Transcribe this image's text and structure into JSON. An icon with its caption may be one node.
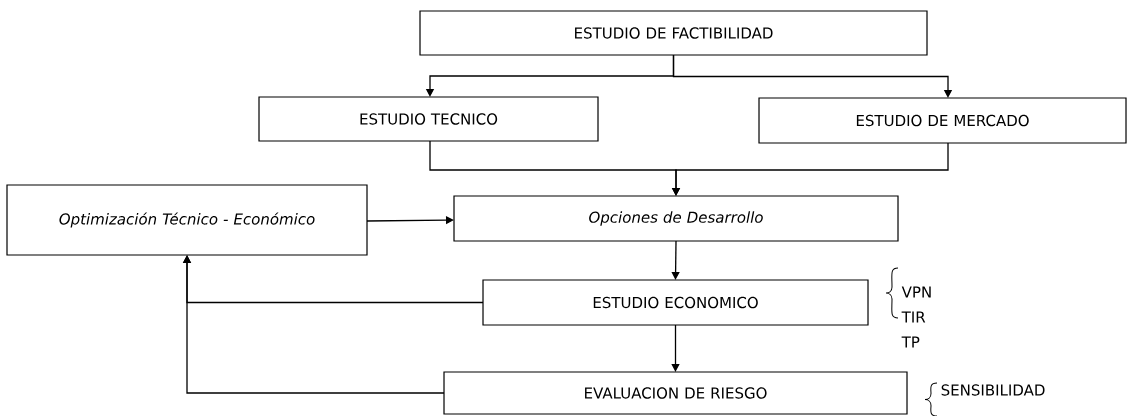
{
  "diagram": {
    "nodes": [
      {
        "text": [
          "ESTUDIO DE FACTIBILIDAD"
        ]
      },
      {
        "text": [
          "ESTUDIO TECNICO"
        ]
      },
      {
        "text": [
          "ESTUDIO DE MERCADO"
        ]
      },
      {
        "text": [
          "Optimización Técnico - Económico"
        ]
      },
      {
        "text": [
          "Opciones de Desarrollo"
        ]
      },
      {
        "text": [
          "ESTUDIO ECONOMICO"
        ],
        "beside": [
          "VPN",
          "TIR",
          "TP"
        ]
      },
      {
        "text": [
          "EVALUACION DE RIESGO"
        ],
        "beside": [
          "SENSIBILIDAD"
        ]
      }
    ],
    "edges": [
      {
        "from": 0,
        "to": 1,
        "arrow": "to"
      },
      {
        "from": 0,
        "to": 2,
        "arrow": "to"
      },
      {
        "from": 1,
        "to": 4,
        "arrow": "to"
      },
      {
        "from": 2,
        "to": 4,
        "arrow": "to"
      },
      {
        "from": 3,
        "to": 4,
        "arrow": "to"
      },
      {
        "from": 4,
        "to": 5,
        "arrow": "to"
      },
      {
        "from": 5,
        "to": 6,
        "arrow": "to"
      },
      {
        "from": 5,
        "to": 3,
        "arrow": "to"
      },
      {
        "from": 6,
        "to": 3,
        "arrow": "to"
      }
    ]
  }
}
